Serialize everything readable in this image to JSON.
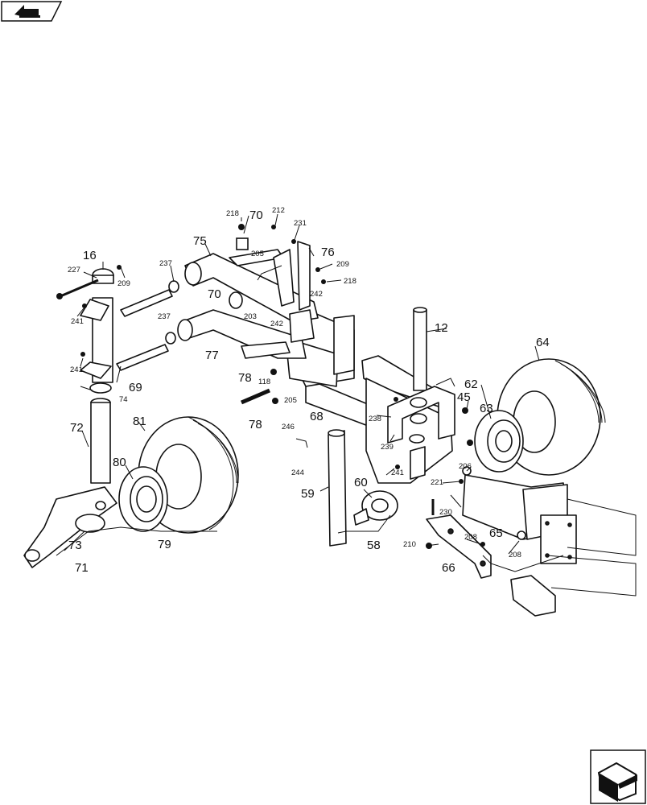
{
  "callouts": {
    "c218a": "218",
    "c70a": "70",
    "c212": "212",
    "c231": "231",
    "c75": "75",
    "c205a": "205",
    "c76": "76",
    "c209a": "209",
    "c218b": "218",
    "c16": "16",
    "c227": "227",
    "c209b": "209",
    "c237a": "237",
    "c70b": "70",
    "c203": "203",
    "c242a": "242",
    "c242b": "242",
    "c241a": "241",
    "c237b": "237",
    "c12": "12",
    "c77": "77",
    "c64": "64",
    "c241b": "241",
    "c69": "69",
    "c78a": "78",
    "c118": "118",
    "c62": "62",
    "c45": "45",
    "c74": "74",
    "c205b": "205",
    "c63": "63",
    "c81": "81",
    "c78b": "78",
    "c68": "68",
    "c238": "238",
    "c72": "72",
    "c246": "246",
    "c239": "239",
    "c80": "80",
    "c206": "206",
    "c244": "244",
    "c60": "60",
    "c221": "221",
    "c59": "59",
    "c230": "230",
    "c65": "65",
    "c79": "79",
    "c208a": "208",
    "c73": "73",
    "c58": "58",
    "c210": "210",
    "c208b": "208",
    "c71": "71",
    "c66": "66",
    "c241c": "241"
  },
  "icons": {
    "top_left": "prev-page-icon",
    "bottom_right": "next-page-icon"
  }
}
